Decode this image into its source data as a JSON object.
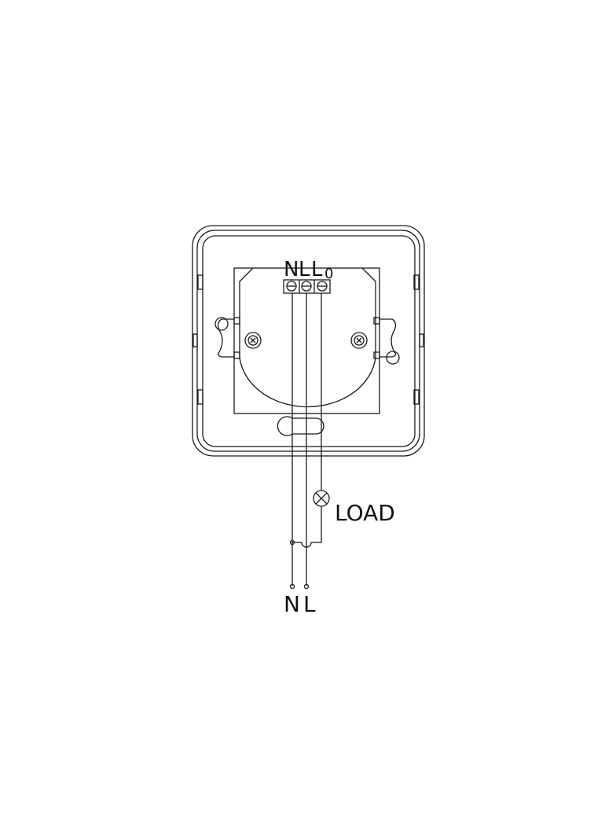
{
  "diagram": {
    "terminal_labels": {
      "n": "N",
      "l": "L",
      "l0": "L",
      "l0_subscript": "0"
    },
    "load_label": "LOAD",
    "supply_labels": {
      "n": "N",
      "l": "L"
    },
    "colors": {
      "line": "#1a1a1a",
      "background": "#ffffff"
    },
    "icons": [
      "screw-icon",
      "lamp-icon",
      "terminal-screw-icon"
    ]
  }
}
